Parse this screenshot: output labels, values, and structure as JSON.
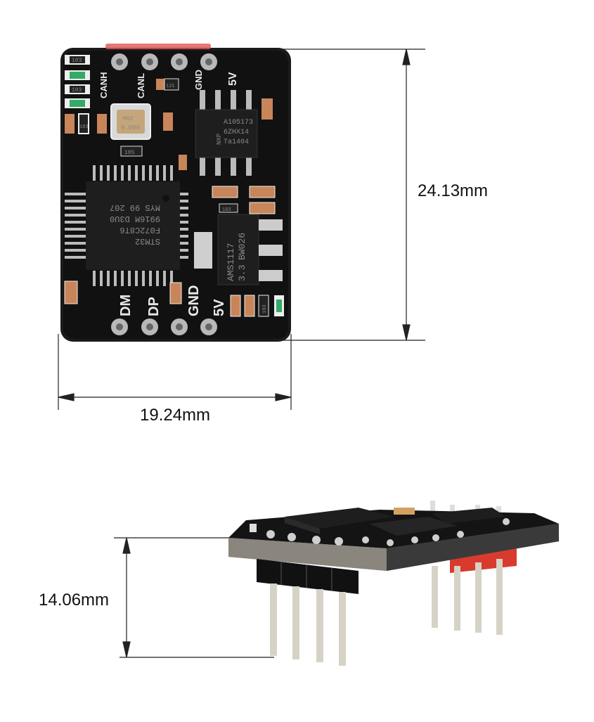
{
  "top_view": {
    "height_label": "24.13mm",
    "width_label": "19.24mm",
    "pin_labels_top": [
      "CANH",
      "CANL",
      "GND",
      "5V"
    ],
    "pin_labels_bottom": [
      "DM",
      "DP",
      "GND",
      "5V"
    ],
    "crystal_text": [
      "8.000",
      "MHZ"
    ],
    "can_chip_text": [
      "A105173",
      "6ZHX14",
      "Ta1404"
    ],
    "can_chip_logo": "NXP",
    "mcu_text": [
      "STM32",
      "F072C8T6",
      "9916M D3U0",
      "MYS 99 207"
    ],
    "regulator_text": [
      "AMS1117",
      "3.3",
      "BW026"
    ],
    "resistor_labels": [
      "103",
      "103",
      "103",
      "121",
      "105",
      "103",
      "103"
    ]
  },
  "side_view": {
    "height_label": "14.06mm"
  }
}
